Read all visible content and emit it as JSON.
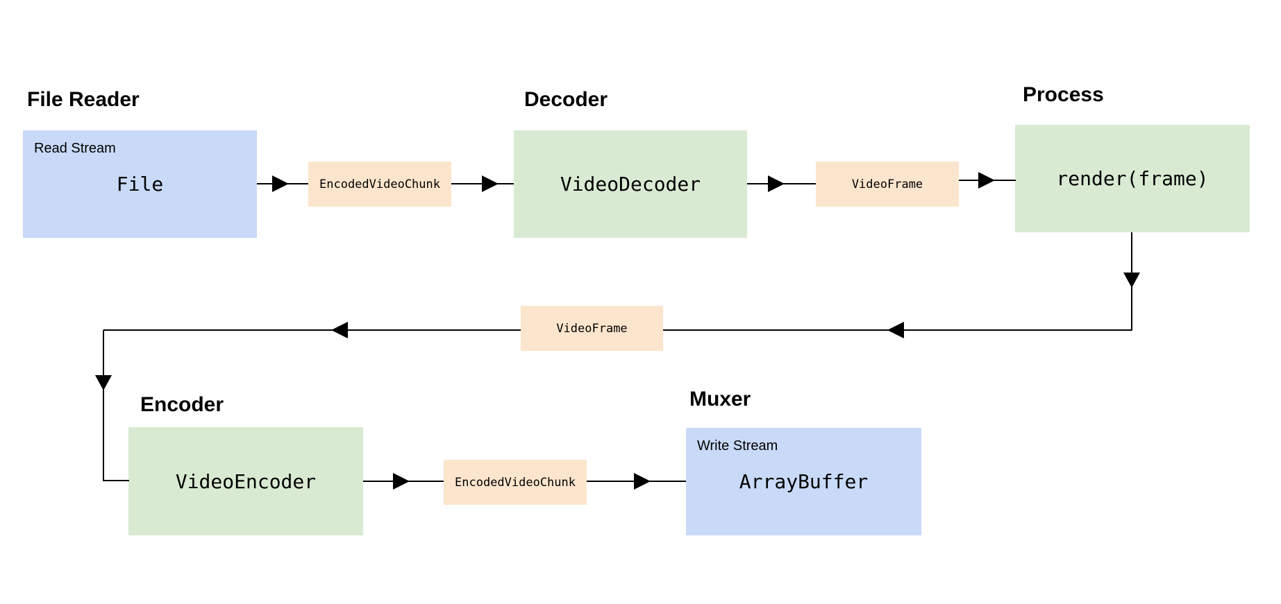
{
  "diagram": {
    "headings": {
      "file_reader": "File Reader",
      "decoder": "Decoder",
      "process": "Process",
      "encoder": "Encoder",
      "muxer": "Muxer"
    },
    "boxes": {
      "file": {
        "stream_label": "Read Stream",
        "label": "File",
        "color": "blue"
      },
      "encoded_video_chunk_1": {
        "label": "EncodedVideoChunk",
        "color": "orange"
      },
      "video_decoder": {
        "label": "VideoDecoder",
        "color": "green"
      },
      "video_frame_decoded": {
        "label": "VideoFrame",
        "color": "orange"
      },
      "render_frame": {
        "label": "render(frame)",
        "color": "green"
      },
      "video_frame_feedback": {
        "label": "VideoFrame",
        "color": "orange"
      },
      "video_encoder": {
        "label": "VideoEncoder",
        "color": "green"
      },
      "encoded_video_chunk_2": {
        "label": "EncodedVideoChunk",
        "color": "orange"
      },
      "array_buffer": {
        "stream_label": "Write Stream",
        "label": "ArrayBuffer",
        "color": "blue"
      }
    },
    "colors": {
      "box_blue": "#c9daf8",
      "box_green": "#d9ead3",
      "box_orange": "#fce5cd",
      "line": "#000000",
      "background": "#ffffff",
      "text": "#000000"
    }
  }
}
